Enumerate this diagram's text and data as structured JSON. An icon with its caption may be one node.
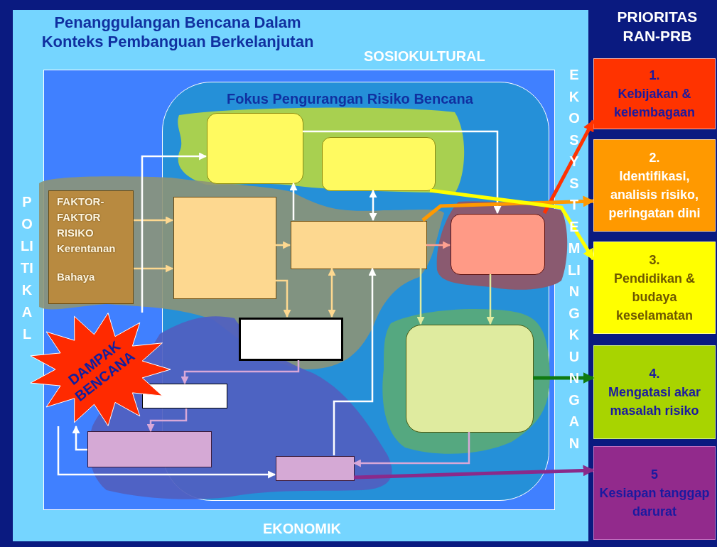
{
  "diagram": {
    "title": "Penanggulangan Bencana Dalam Konteks Pembanguan Berkelanjutan",
    "nodes": [
      {
        "text": [
          "SOSIOKULTURAL",
          "POLITIKAL",
          "EKOSYSTEM LINGKUNGAN",
          "EKONOMIK"
        ]
      },
      {
        "text": [
          "Fokus Pengurangan Risiko Bencana"
        ],
        "in": 0
      },
      {
        "text": [
          "FAKTOR-FAKTOR RISIKO",
          "Kerentanan",
          "Bahaya"
        ],
        "in": 0
      },
      {
        "text": [],
        "shape": "box",
        "in": 1
      },
      {
        "text": [],
        "shape": "box",
        "in": 1
      },
      {
        "text": [],
        "shape": "box",
        "in": 1
      },
      {
        "text": [],
        "shape": "box",
        "in": 1
      },
      {
        "text": [],
        "shape": "box",
        "in": 1
      },
      {
        "text": [],
        "shape": "box",
        "in": 1
      },
      {
        "text": [],
        "shape": "box",
        "in": 1
      },
      {
        "text": [],
        "shape": "box",
        "in": 0
      },
      {
        "text": [],
        "shape": "box",
        "in": 0
      },
      {
        "text": [],
        "shape": "box",
        "in": 1
      },
      {
        "text": [
          "DAMPAK BENCANA"
        ],
        "in": 0
      },
      {
        "text": [
          "1.",
          "Kebijakan & kelembagaan"
        ]
      },
      {
        "text": [
          "2.",
          "Identifikasi, analisis risiko, peringatan dini"
        ]
      },
      {
        "text": [
          "3.",
          "Pendidikan & budaya keselamatan"
        ]
      },
      {
        "text": [
          "4.",
          "Mengatasi akar masalah risiko"
        ]
      },
      {
        "text": [
          "5",
          "Kesiapan tanggap darurat"
        ]
      }
    ],
    "edges": [
      {
        "from": 2,
        "to": 5,
        "arrow": "to",
        "color": "#fdd890"
      },
      {
        "from": 2,
        "to": 5,
        "arrow": "to",
        "color": "#fdd890"
      },
      {
        "from": 13,
        "to": 3,
        "arrow": "to"
      },
      {
        "from": 3,
        "to": 7,
        "arrow": "to"
      },
      {
        "from": 6,
        "to": 3,
        "arrow": "to"
      },
      {
        "from": 6,
        "to": 4,
        "arrow": "both"
      },
      {
        "from": 5,
        "to": 6,
        "arrow": "to",
        "color": "#fdd890"
      },
      {
        "from": 6,
        "to": 7,
        "arrow": "to",
        "color": "#ffa090"
      },
      {
        "from": 5,
        "to": 8,
        "arrow": "to",
        "color": "#fdd890"
      },
      {
        "from": 6,
        "to": 8,
        "arrow": "both",
        "color": "#fdd890"
      },
      {
        "from": 12,
        "to": 6,
        "arrow": "to"
      },
      {
        "from": 6,
        "to": 9,
        "arrow": "to",
        "color": "#e0eb9f"
      },
      {
        "from": 7,
        "to": 9,
        "arrow": "to",
        "color": "#e0eb9f"
      },
      {
        "from": 9,
        "to": 12,
        "arrow": "to",
        "color": "#d8a8d8"
      },
      {
        "from": 8,
        "to": 10,
        "arrow": "to",
        "color": "#d8a8d8"
      },
      {
        "from": 10,
        "to": 11,
        "arrow": "to",
        "color": "#d8a8d8"
      },
      {
        "from": 11,
        "to": 13,
        "arrow": "to"
      },
      {
        "from": 13,
        "to": 12,
        "arrow": "to"
      },
      {
        "from": 7,
        "to": 14,
        "arrow": "to",
        "style": "thick",
        "color": "#ff3300"
      },
      {
        "from": 6,
        "to": 15,
        "arrow": "to",
        "style": "thick",
        "color": "#ff9900"
      },
      {
        "from": 4,
        "to": 16,
        "arrow": "to",
        "style": "thick",
        "color": "#ffff00"
      },
      {
        "from": 9,
        "to": 17,
        "arrow": "to",
        "style": "thick",
        "color": "#107a10"
      },
      {
        "from": 12,
        "to": 18,
        "arrow": "to",
        "style": "thick",
        "color": "#8a2a8a"
      }
    ],
    "labels": [
      "PRIORITAS RAN-PRB"
    ]
  }
}
